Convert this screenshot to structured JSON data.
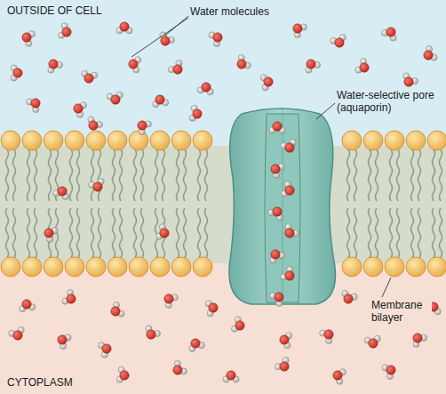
{
  "diagram": {
    "labels": [
      "OUTSIDE OF CELL",
      "Water molecules",
      "Water-selective pore (aquaporin)",
      "Membrane bilayer",
      "CYTOPLASM"
    ]
  }
}
